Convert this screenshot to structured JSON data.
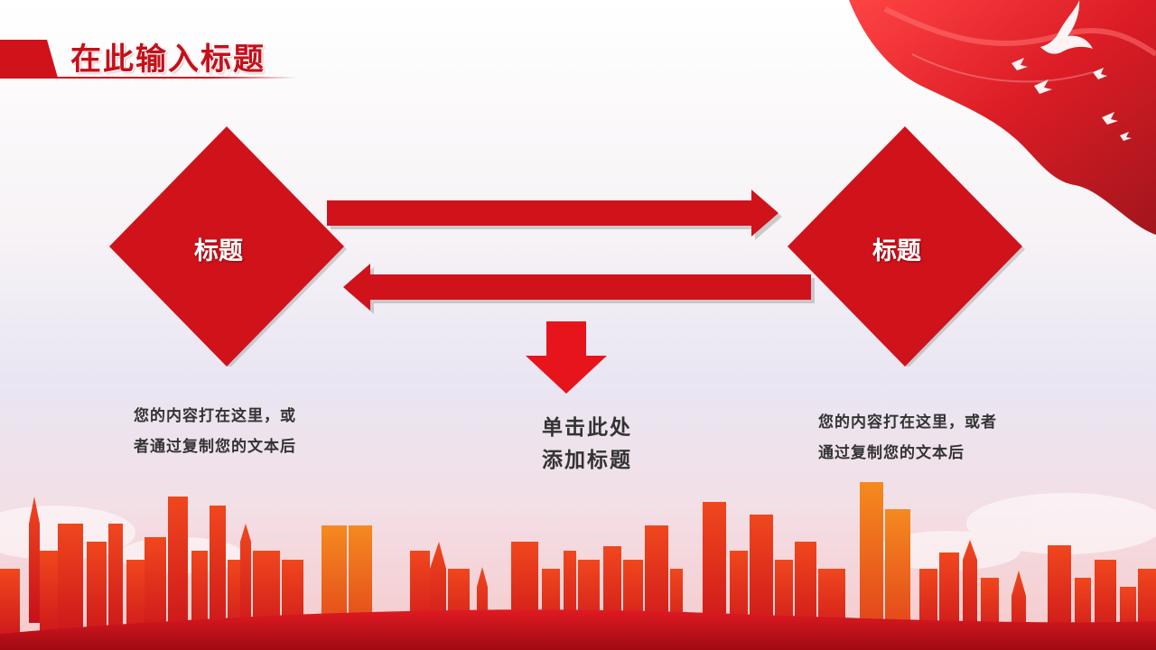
{
  "slide": {
    "title": "在此输入标题",
    "left_card": {
      "label": "标题",
      "text_line1": "您的内容打在这里，或",
      "text_line2": "者通过复制您的文本后"
    },
    "right_card": {
      "label": "标题",
      "text_line1": "您的内容打在这里，或者",
      "text_line2": "通过复制您的文本后"
    },
    "center": {
      "line1": "单击此处",
      "line2": "添加标题"
    }
  },
  "colors": {
    "primary_red": "#d0121b",
    "dark_red": "#b30d16",
    "text_dark": "#333333",
    "label_white": "#ffffff"
  },
  "icons": [
    "flag-decoration-icon",
    "dove-icon",
    "right-arrow-icon",
    "left-arrow-icon",
    "down-arrow-icon",
    "city-skyline-icon"
  ]
}
